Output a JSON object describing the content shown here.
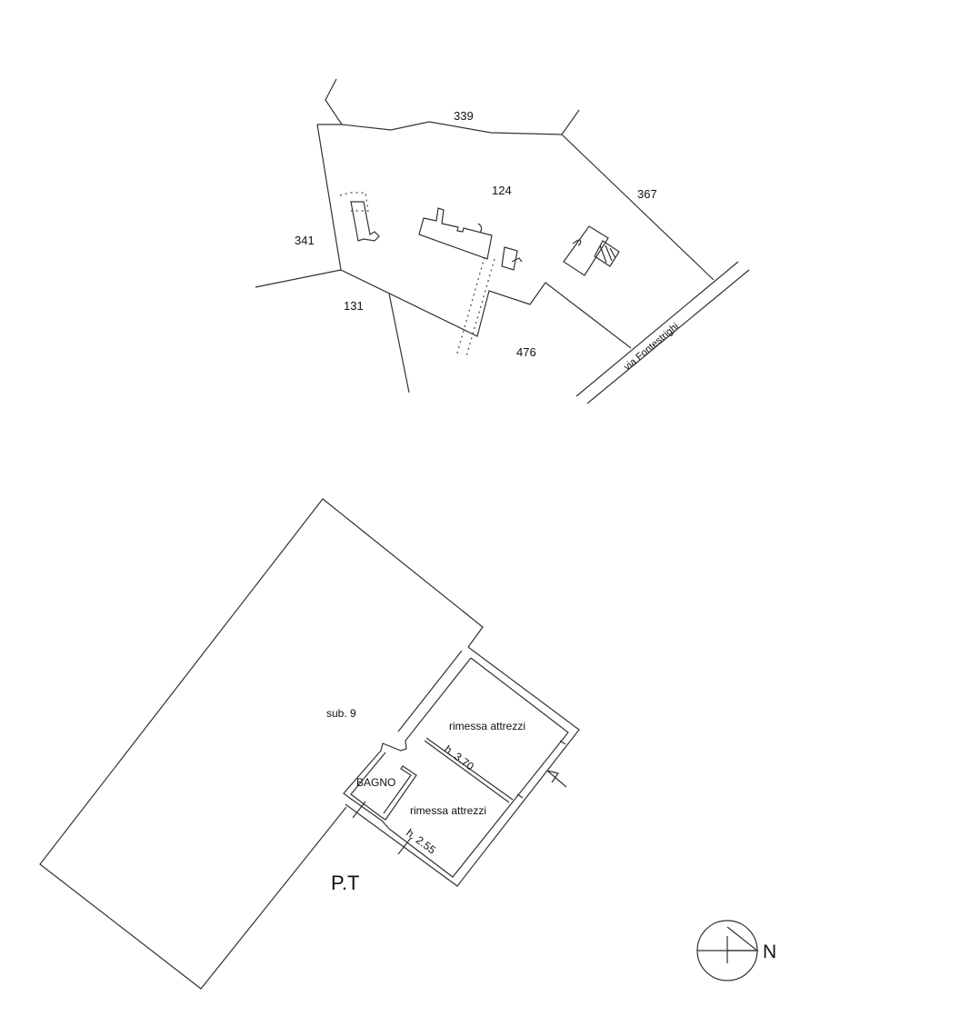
{
  "map": {
    "parcels": [
      "339",
      "124",
      "367",
      "341",
      "131",
      "476"
    ],
    "road_label": "via Fontestrighi"
  },
  "floor_plan": {
    "unit_label": "sub. 9",
    "rooms": [
      {
        "name": "rimessa attrezzi",
        "height": "h. 3.70"
      },
      {
        "name": "BAGNO"
      },
      {
        "name": "rimessa attrezzi",
        "height": "h. 2.55"
      }
    ],
    "floor_label": "P.T"
  },
  "north_arrow": {
    "label": "N"
  }
}
